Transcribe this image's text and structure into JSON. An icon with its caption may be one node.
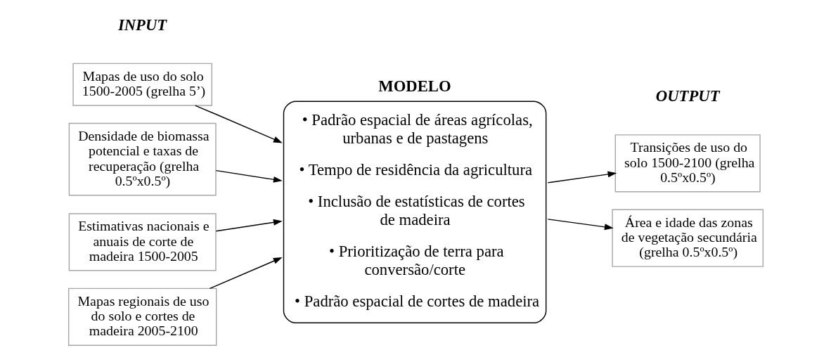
{
  "diagram": {
    "nodes": [
      {
        "text": [
          "Mapas de uso do solo 1500-2005 (grelha 5’)"
        ]
      },
      {
        "text": [
          "Densidade de biomassa potencial e taxas de recuperação (grelha 0.5ºx0.5º)"
        ]
      },
      {
        "text": [
          "Estimativas nacionais e anuais de corte de madeira 1500-2005"
        ]
      },
      {
        "text": [
          "Mapas regionais de uso do solo e cortes de madeira 2005-2100"
        ]
      },
      {
        "text": [
          "MODELO",
          "• Padrão espacial de áreas agrícolas, urbanas e de pastagens",
          "• Tempo de residência da agricultura",
          "• Inclusão de estatísticas de cortes de madeira",
          "• Prioritização de terra para conversão/corte",
          "• Padrão espacial de cortes de madeira"
        ]
      },
      {
        "text": [
          "Transições de uso do solo 1500-2100 (grelha 0.5ºx0.5º)"
        ]
      },
      {
        "text": [
          "Área e idade das zonas de vegetação secundária (grelha 0.5ºx0.5º)"
        ]
      }
    ],
    "edges": [
      {
        "from": 0,
        "to": 4,
        "arrow": "to"
      },
      {
        "from": 1,
        "to": 4,
        "arrow": "to"
      },
      {
        "from": 2,
        "to": 4,
        "arrow": "to"
      },
      {
        "from": 3,
        "to": 4,
        "arrow": "to"
      },
      {
        "from": 4,
        "to": 5,
        "arrow": "to"
      },
      {
        "from": 4,
        "to": 6,
        "arrow": "to"
      }
    ],
    "labels": [
      "INPUT",
      "OUTPUT"
    ]
  }
}
